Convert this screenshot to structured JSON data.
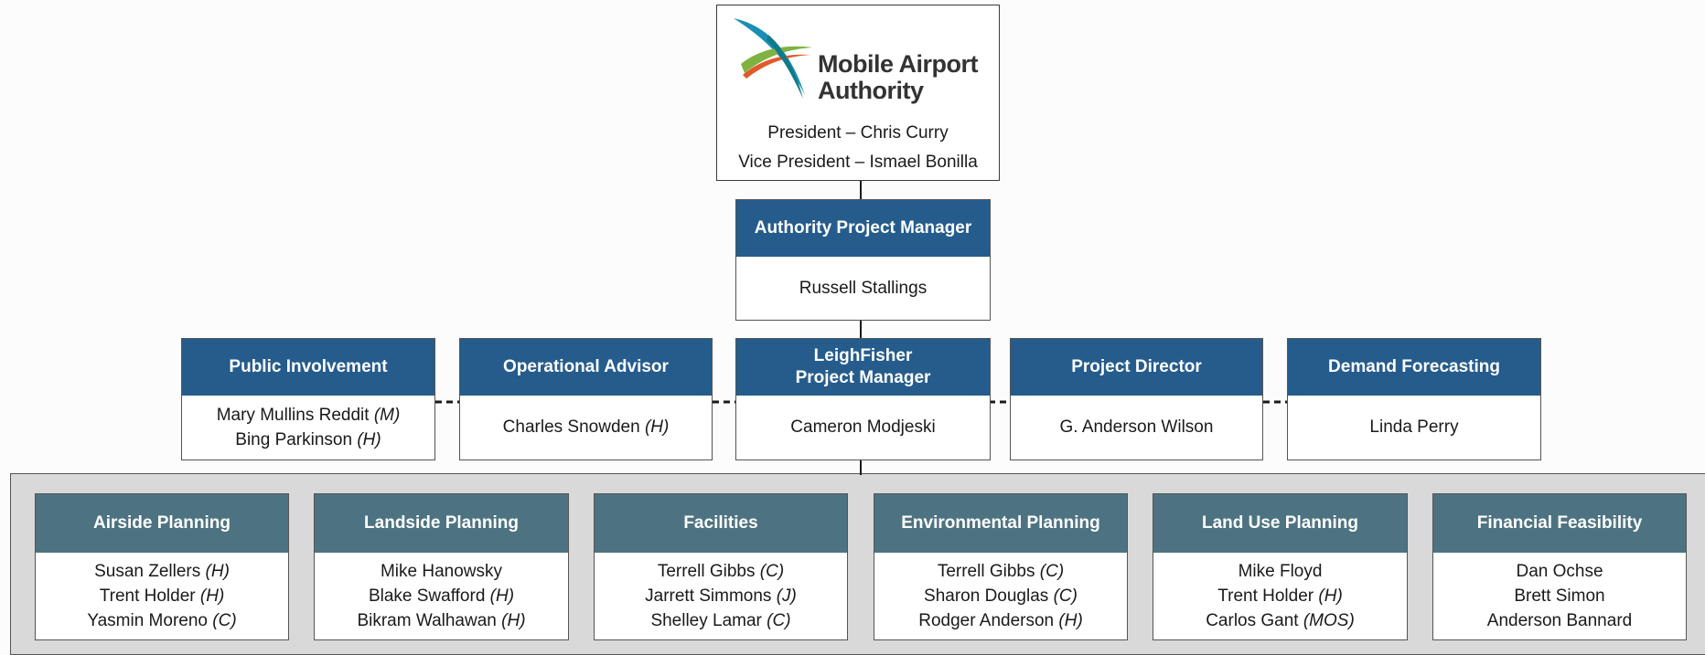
{
  "authority": {
    "logo_line1": "Mobile Airport",
    "logo_line2": "Authority",
    "president": "President – Chris Curry",
    "vice_president": "Vice President – Ismael Bonilla"
  },
  "project_manager": {
    "title": "Authority Project Manager",
    "name": "Russell Stallings"
  },
  "middle_row": [
    {
      "title": "Public Involvement",
      "members": [
        {
          "name": "Mary Mullins Reddit",
          "tag": "(M)"
        },
        {
          "name": "Bing Parkinson",
          "tag": "(H)"
        }
      ]
    },
    {
      "title": "Operational Advisor",
      "members": [
        {
          "name": "Charles Snowden",
          "tag": "(H)"
        }
      ]
    },
    {
      "title": "LeighFisher\nProject Manager",
      "title_line1": "LeighFisher",
      "title_line2": "Project Manager",
      "members": [
        {
          "name": "Cameron Modjeski",
          "tag": ""
        }
      ]
    },
    {
      "title": "Project Director",
      "members": [
        {
          "name": "G. Anderson Wilson",
          "tag": ""
        }
      ]
    },
    {
      "title": "Demand Forecasting",
      "members": [
        {
          "name": "Linda Perry",
          "tag": ""
        }
      ]
    }
  ],
  "teams": [
    {
      "title": "Airside Planning",
      "members": [
        {
          "name": "Susan Zellers",
          "tag": "(H)"
        },
        {
          "name": "Trent Holder",
          "tag": "(H)"
        },
        {
          "name": "Yasmin Moreno",
          "tag": "(C)"
        }
      ]
    },
    {
      "title": "Landside Planning",
      "members": [
        {
          "name": "Mike Hanowsky",
          "tag": ""
        },
        {
          "name": "Blake Swafford",
          "tag": "(H)"
        },
        {
          "name": "Bikram Walhawan",
          "tag": "(H)"
        }
      ]
    },
    {
      "title": "Facilities",
      "members": [
        {
          "name": "Terrell Gibbs",
          "tag": "(C)"
        },
        {
          "name": "Jarrett Simmons",
          "tag": "(J)"
        },
        {
          "name": "Shelley Lamar",
          "tag": "(C)"
        }
      ]
    },
    {
      "title": "Environmental Planning",
      "members": [
        {
          "name": "Terrell Gibbs",
          "tag": "(C)"
        },
        {
          "name": "Sharon Douglas",
          "tag": "(C)"
        },
        {
          "name": "Rodger Anderson",
          "tag": "(H)"
        }
      ]
    },
    {
      "title": "Land Use Planning",
      "members": [
        {
          "name": "Mike Floyd",
          "tag": ""
        },
        {
          "name": "Trent Holder",
          "tag": "(H)"
        },
        {
          "name": "Carlos Gant",
          "tag": "(MOS)"
        }
      ]
    },
    {
      "title": "Financial Feasibility",
      "members": [
        {
          "name": "Dan Ochse",
          "tag": ""
        },
        {
          "name": "Brett Simon",
          "tag": ""
        },
        {
          "name": "Anderson Bannard",
          "tag": ""
        }
      ]
    }
  ],
  "colors": {
    "header_blue": "#255c8c",
    "header_teal": "#4d7382",
    "band_gray": "#d9d9d9"
  }
}
